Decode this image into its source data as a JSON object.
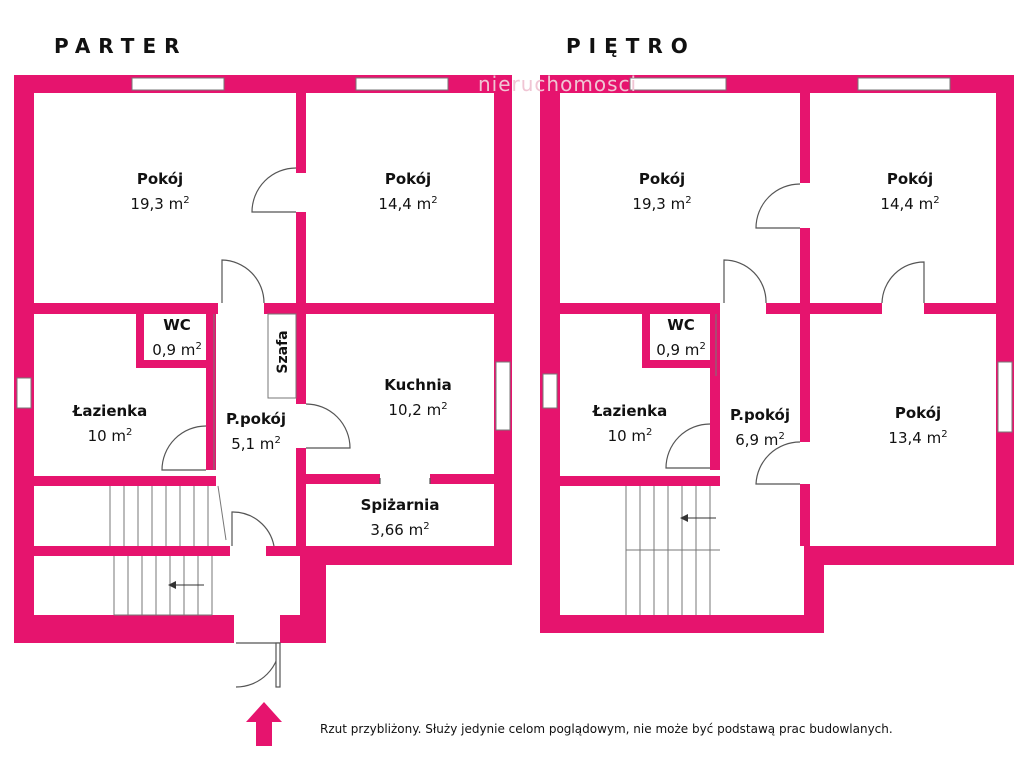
{
  "floors": {
    "ground": {
      "title": "PARTER"
    },
    "upper": {
      "title": "PIĘTRO"
    }
  },
  "rooms": {
    "ground": [
      {
        "name": "Pokój",
        "area": "19,3 m",
        "unit_sup": "2"
      },
      {
        "name": "Pokój",
        "area": "14,4 m",
        "unit_sup": "2"
      },
      {
        "name": "WC",
        "area": "0,9 m",
        "unit_sup": "2"
      },
      {
        "name": "Szafa"
      },
      {
        "name": "Łazienka",
        "area": "10 m",
        "unit_sup": "2"
      },
      {
        "name": "P.pokój",
        "area": "5,1 m",
        "unit_sup": "2"
      },
      {
        "name": "Kuchnia",
        "area": "10,2 m",
        "unit_sup": "2"
      },
      {
        "name": "Spiżarnia",
        "area": "3,66 m",
        "unit_sup": "2"
      }
    ],
    "upper": [
      {
        "name": "Pokój",
        "area": "19,3 m",
        "unit_sup": "2"
      },
      {
        "name": "Pokój",
        "area": "14,4 m",
        "unit_sup": "2"
      },
      {
        "name": "WC",
        "area": "0,9 m",
        "unit_sup": "2"
      },
      {
        "name": "Łazienka",
        "area": "10 m",
        "unit_sup": "2"
      },
      {
        "name": "P.pokój",
        "area": "6,9 m",
        "unit_sup": "2"
      },
      {
        "name": "Pokój",
        "area": "13,4 m",
        "unit_sup": "2"
      }
    ]
  },
  "watermark": "nieruchomosci",
  "note": "Rzut przybliżony. Służy jedynie celom poglądowym, nie może być podstawą prac budowlanych.",
  "colors": {
    "wall": "#e6146e",
    "text": "#111111",
    "line": "#555555"
  },
  "icons": {
    "entrance": "entrance-arrow-icon",
    "stairs_direction": "stairs-arrow-icon"
  }
}
